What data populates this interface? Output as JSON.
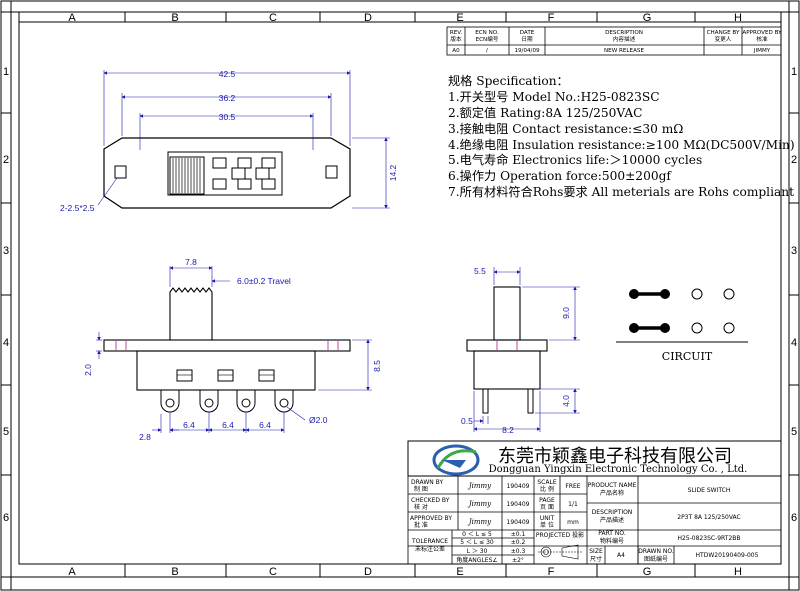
{
  "grid": {
    "columns": [
      "A",
      "B",
      "C",
      "D",
      "E",
      "F",
      "G",
      "H"
    ],
    "rows": [
      "1",
      "2",
      "3",
      "4",
      "5",
      "6"
    ]
  },
  "revision_table": {
    "headers": [
      "REV.",
      "版本",
      "ECN NO.",
      "ECN编号",
      "DATE",
      "日期",
      "DESCRIPTION",
      "内容描述",
      "CHANGE BY",
      "变更人",
      "APPROVED BY",
      "核准"
    ],
    "row": [
      "A0",
      "/",
      "19/04/09",
      "NEW RELEASE",
      "",
      "JIMMY"
    ]
  },
  "spec": {
    "title": "规格 Specification：",
    "items": [
      "1.开关型号 Model No.:H25-0823SC",
      "2.额定值 Rating:8A  125/250VAC",
      "3.接触电阻 Contact resistance:≤30 mΩ",
      "4.绝缘电阻 Insulation resistance:≥100 MΩ(DC500V/Min)",
      "5.电气寿命 Electronics life:＞10000 cycles",
      "6.操作力 Operation force:500±200gf",
      "7.所有材料符合Rohs要求 All meterials are Rohs compliant"
    ]
  },
  "top_view": {
    "dims": [
      "42.5",
      "36.2",
      "30.5",
      "14.2",
      "2-2.5*2.5"
    ]
  },
  "front_view": {
    "dims": [
      "7.8",
      "6.0±0.2 Travel",
      "2.0",
      "8.5",
      "2.8",
      "6.4",
      "6.4",
      "6.4",
      "Ø2.0"
    ]
  },
  "side_view": {
    "dims": [
      "5.5",
      "9.0",
      "4.0",
      "0.5",
      "8.2"
    ]
  },
  "circuit": {
    "label": "CIRCUIT"
  },
  "company": {
    "name_cn": "东莞市颖鑫电子科技有限公司",
    "name_en": "Dongguan Yingxin Electronic Technology Co. , Ltd."
  },
  "title_block": {
    "drawn_by": "DRAWN BY",
    "drawn_by_cn": "制    图",
    "drawn_by_sig": "Jimmy",
    "drawn_date": "190409",
    "checked_by": "CHECKED BY",
    "checked_by_cn": "核    对",
    "checked_by_sig": "Jimmy",
    "checked_date": "190409",
    "approved_by": "APPROVED BY",
    "approved_by_cn": "批    准",
    "approved_by_sig": "Jimmy",
    "approved_date": "190409",
    "scale_label": "SCALE",
    "scale_label_cn": "比  例",
    "scale_value": "FREE",
    "page_label": "PAGE",
    "page_label_cn": "页  面",
    "page_value": "1/1",
    "unit_label": "UNIT",
    "unit_label_cn": "单  位",
    "unit_value": "mm",
    "product_name_label": "PRODUCT NAME",
    "product_name_label_cn": "产品名称",
    "product_name": "SLIDE SWITCH",
    "description_label": "DESCRIPTION",
    "description_label_cn": "产品描述",
    "description": "2P3T  8A  125/250VAC",
    "part_no_label": "PART NO.",
    "part_no_label_cn": "物料编号",
    "part_no": "H25-0823SC-9RT2BB",
    "tolerance_label": "TOLERANCE",
    "tolerance_label_cn": "未标注公差",
    "tolerance_rows": [
      {
        "range": "0 ＜ L ≤ 5",
        "value": "±0.1"
      },
      {
        "range": "5 ＜ L ≤ 30",
        "value": "±0.2"
      },
      {
        "range": "L ＞ 30",
        "value": "±0.3"
      },
      {
        "range": "角度ANGLES∠",
        "value": "±2°"
      }
    ],
    "projected_label": "PROJECTED 投影",
    "size_label": "SIZE",
    "size_label_cn": "尺寸",
    "size_value": "A4",
    "drawn_no_label": "DRAWN NO.",
    "drawn_no_label_cn": "图纸编号",
    "drawn_no": "HTDW20190409-005"
  }
}
